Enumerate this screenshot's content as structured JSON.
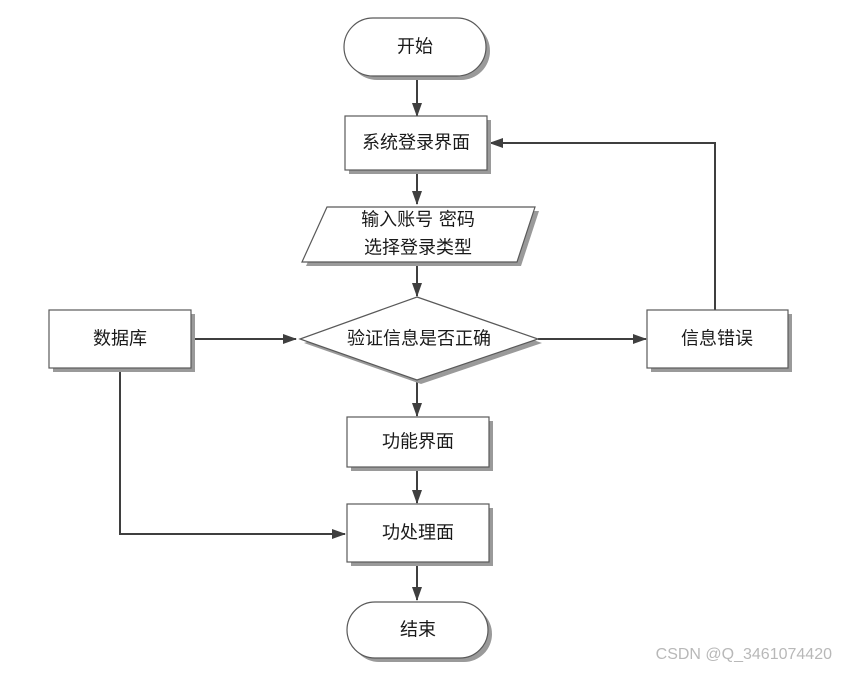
{
  "nodes": {
    "start": "开始",
    "login_page": "系统登录界面",
    "input_line1": "输入账号 密码",
    "input_line2": "选择登录类型",
    "verify": "验证信息是否正确",
    "database": "数据库",
    "info_error": "信息错误",
    "function_page": "功能界面",
    "process_page": "功处理面",
    "end": "结束"
  },
  "watermark": "CSDN @Q_3461074420",
  "colors": {
    "shape_fill": "#ffffff",
    "shadow": "#9a9a9a",
    "stroke": "#595959",
    "arrow": "#3f3f3f"
  }
}
